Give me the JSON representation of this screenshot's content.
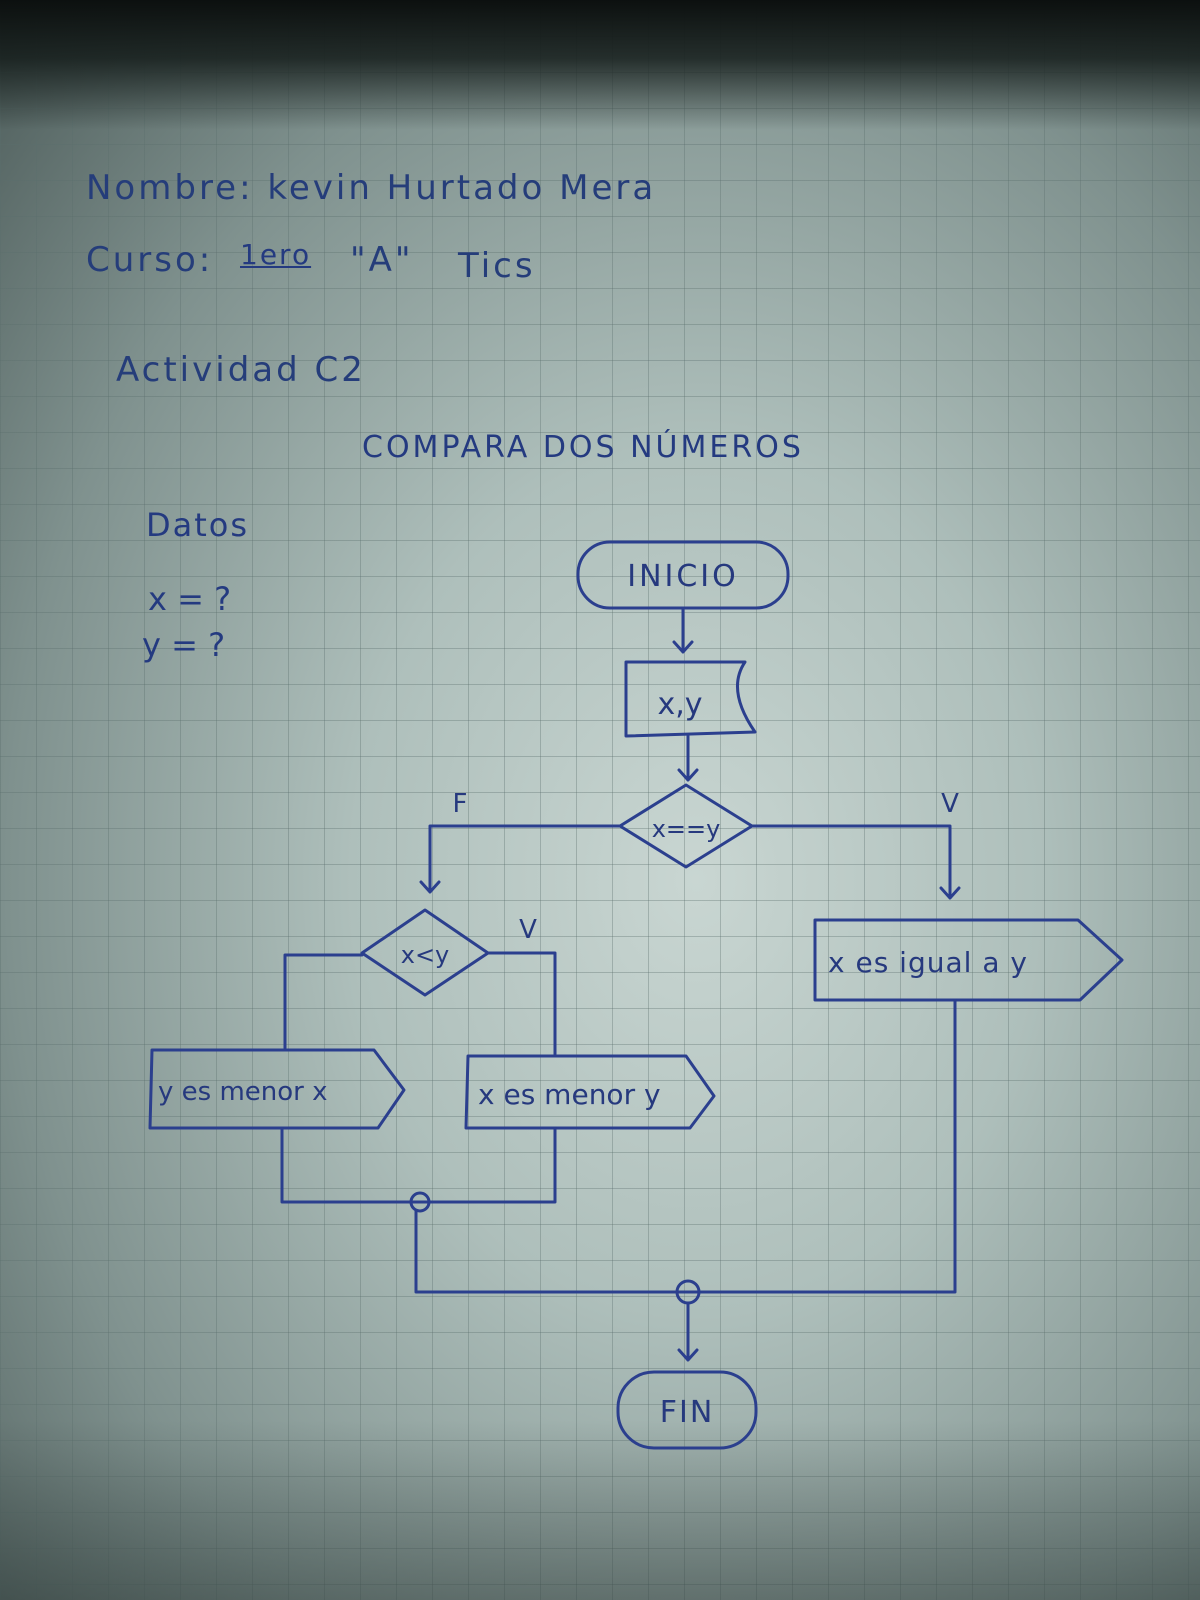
{
  "header": {
    "nombre": "Nombre: kevin Hurtado Mera",
    "curso_label": "Curso:",
    "curso_level": "1ero",
    "curso_group": "\"A\"",
    "curso_program": "Tics",
    "actividad": "Actividad C2",
    "title": "COMPARA DOS NÚMEROS"
  },
  "datos": {
    "heading": "Datos",
    "x": "x = ?",
    "y": "y = ?"
  },
  "flowchart": {
    "start": "INICIO",
    "input": "x,y",
    "decision1": "x==y",
    "decision1_false": "F",
    "decision1_true": "V",
    "out_equal": "x es igual a y",
    "decision2": "x<y",
    "decision2_true": "V",
    "out_y_less": "y es menor x",
    "out_x_less": "x es menor y",
    "end": "FIN"
  },
  "colors": {
    "ink": "#2b3f8e",
    "paper": "#b9c8c4"
  }
}
